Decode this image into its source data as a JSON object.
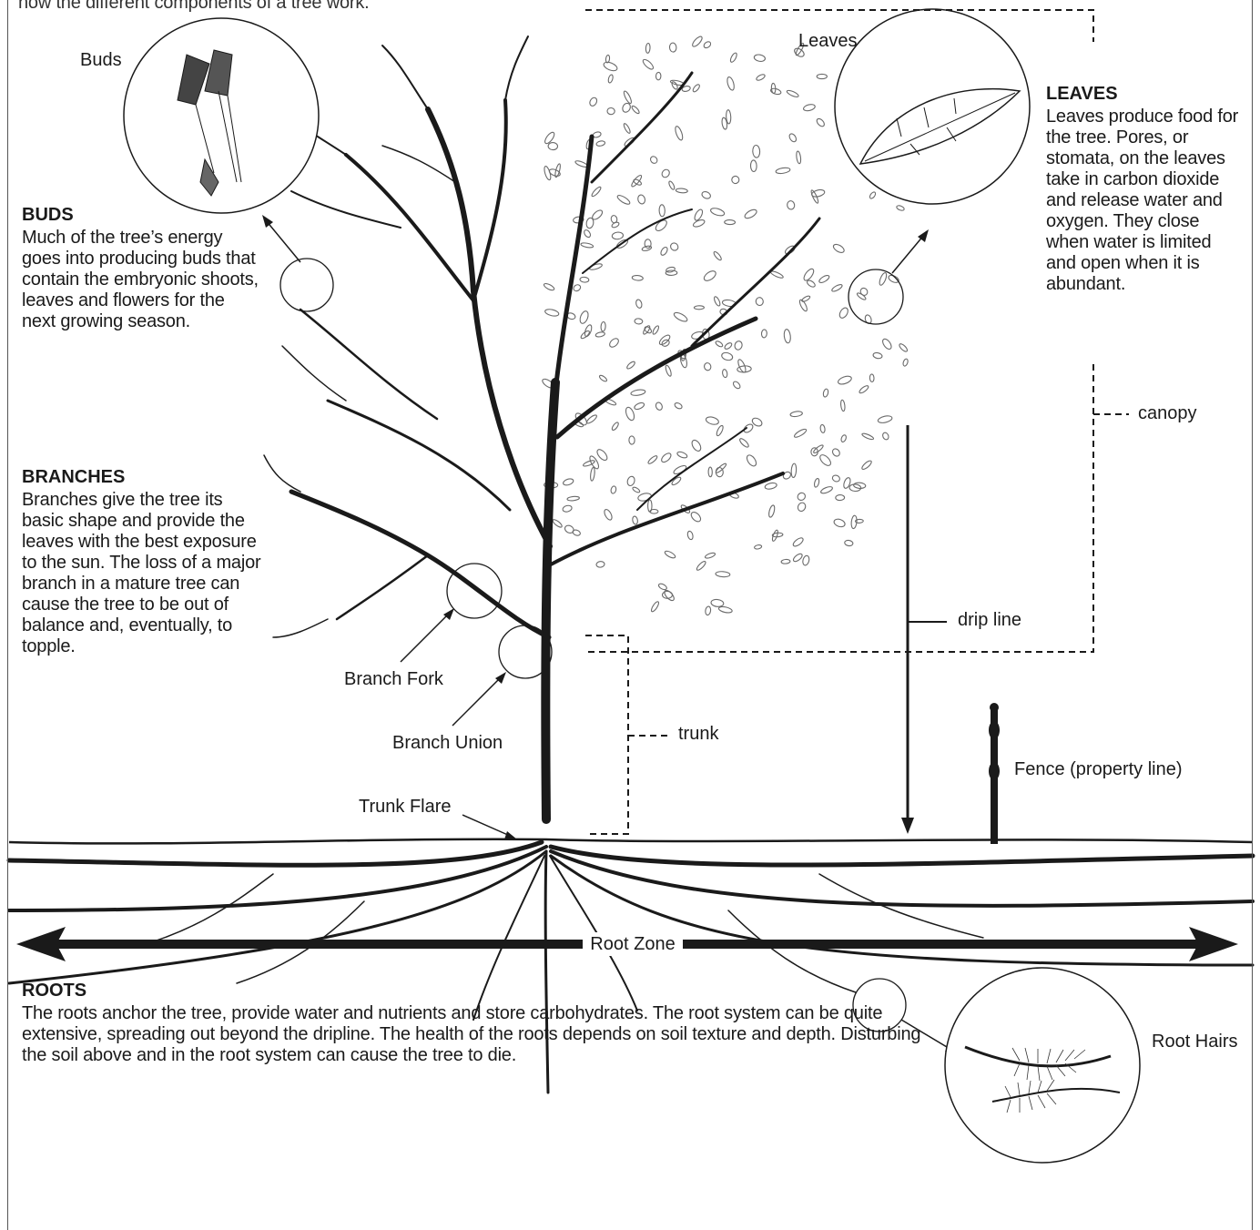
{
  "intro_fragment": "how the different components of a tree work.",
  "sections": {
    "buds": {
      "heading": "BUDS",
      "body": "Much of the tree’s energy goes into producing buds that contain the embryonic shoots, leaves and flowers for the next growing season."
    },
    "branches": {
      "heading": "BRANCHES",
      "body": "Branches give the tree its basic shape and provide the leaves with the best exposure to the sun. The loss of a major branch in a mature tree can cause the tree to be out of balance and, eventually, to topple."
    },
    "leaves": {
      "heading": "LEAVES",
      "body": "Leaves produce food for the tree. Pores, or stomata, on the leaves take in carbon dioxide and release water and oxygen. They close when water is limited and open when it is abundant."
    },
    "roots": {
      "heading": "ROOTS",
      "body": "The roots anchor the tree, provide water and nutrients and store carbohydrates. The root system can be quite extensive, spreading out beyond the dripline. The health of the roots depends on soil texture and depth. Disturbing the soil above and in the root system can cause the tree to die."
    }
  },
  "labels": {
    "buds": "Buds",
    "leaves": "Leaves",
    "canopy": "canopy",
    "drip_line": "drip line",
    "trunk": "trunk",
    "fence": "Fence (property line)",
    "branch_fork": "Branch Fork",
    "branch_union": "Branch Union",
    "trunk_flare": "Trunk Flare",
    "root_hairs": "Root Hairs",
    "root_zone": "Root Zone"
  },
  "colors": {
    "ink": "#1a1a1a",
    "foliage": "#6a6a6a",
    "background": "#ffffff"
  }
}
